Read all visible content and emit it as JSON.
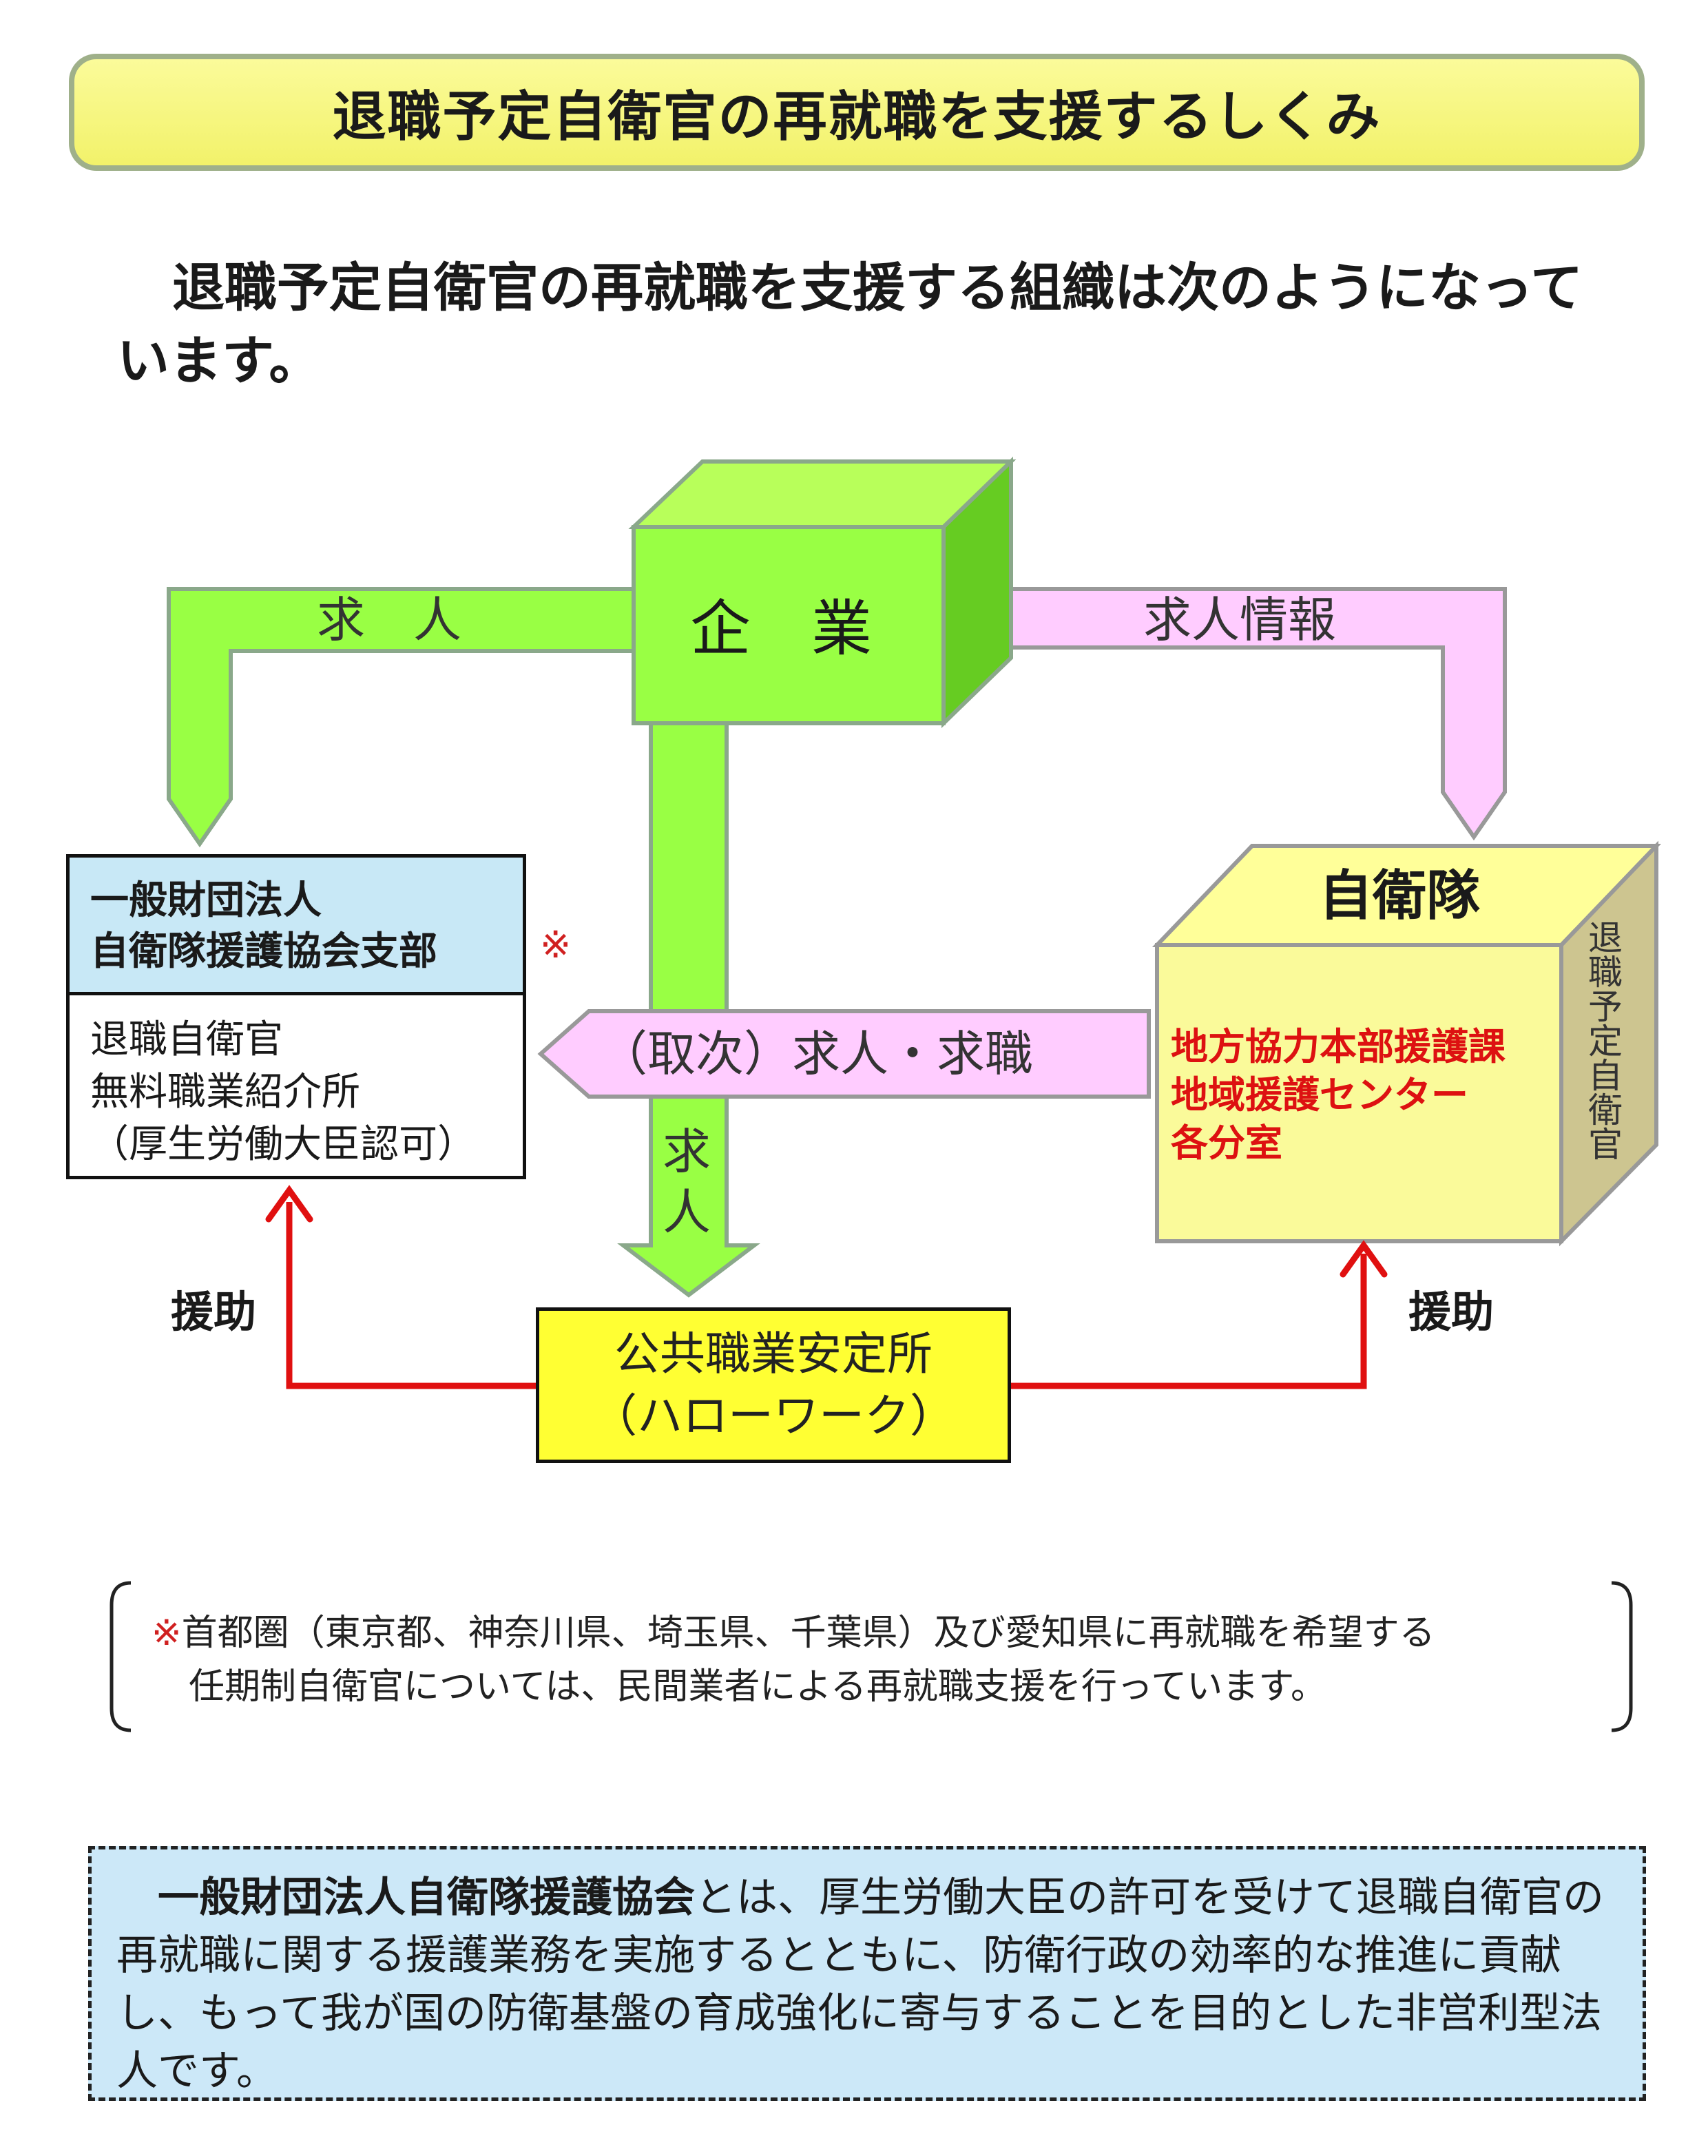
{
  "title": "退職予定自衛官の再就職を支援するしくみ",
  "intro": "退職予定自衛官の再就職を支援する組織は次のようになっています。",
  "nodes": {
    "company": "企　業",
    "sdf": {
      "title": "自衛隊",
      "side_label": "退職予定自衛官",
      "units": [
        "地方協力本部援護課",
        "地域援護センター",
        "各分室"
      ]
    },
    "association": {
      "name_lines": [
        "一般財団法人",
        "自衛隊援護協会支部"
      ],
      "body_lines": [
        "退職自衛官",
        "無料職業紹介所",
        "（厚生労働大臣認可）"
      ],
      "note_mark": "※"
    },
    "hello_work": {
      "lines": [
        "公共職業安定所",
        "（ハローワーク）"
      ]
    }
  },
  "arrows": {
    "company_to_assoc": "求　人",
    "company_to_sdf": "求人情報",
    "sdf_to_assoc": "（取次）求人・求職",
    "company_to_hw": [
      "求",
      "人"
    ],
    "hw_to_assoc": "援助",
    "hw_to_sdf": "援助"
  },
  "note": {
    "mark": "※",
    "line1": "首都圏（東京都、神奈川県、埼玉県、千葉県）及び愛知県に再就職を希望する",
    "line2": "任期制自衛官については、民間業者による再就職支援を行っています。"
  },
  "info": {
    "lead": "一般財団法人自衛隊援護協会",
    "text": "とは、厚生労働大臣の許可を受けて退職自衛官の再就職に関する援護業務を実施するとともに、防衛行政の効率的な推進に貢献し、もって我が国の防衛基盤の育成強化に寄与することを目的とした非営利型法人です。"
  },
  "colors": {
    "green_arrow": "#99ff44",
    "pink_arrow": "#ffccff",
    "red_arrow": "#e01010",
    "sdf_box": "#fafa9a",
    "unit_text": "#dd1111"
  }
}
